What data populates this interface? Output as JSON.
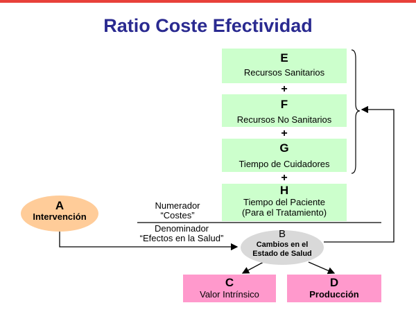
{
  "title": "Ratio Coste Efectividad",
  "colors": {
    "title": "#2a2a90",
    "top_bar": "#e8413a",
    "green_box": "#ccffcc",
    "ellipse_a": "#ffcc99",
    "ellipse_b": "#d9d9d9",
    "pink_box": "#ff99cc"
  },
  "resources": {
    "e": {
      "letter": "E",
      "label": "Recursos Sanitarios"
    },
    "f": {
      "letter": "F",
      "label": "Recursos No Sanitarios"
    },
    "g": {
      "letter": "G",
      "label": "Tiempo de Cuidadores"
    },
    "h": {
      "letter": "H",
      "label_line1": "Tiempo del Paciente",
      "label_line2": "(Para el Tratamiento)"
    },
    "plus": "+"
  },
  "intervention": {
    "letter": "A",
    "label": "Intervención"
  },
  "fraction": {
    "numerator_line1": "Numerador",
    "numerator_line2": "“Costes”",
    "denominator_line1": "Denominador",
    "denominator_line2": "“Efectos en la Salud”"
  },
  "health_change": {
    "letter": "B",
    "label_line1": "Cambios en el",
    "label_line2": "Estado de Salud"
  },
  "intrinsic_value": {
    "letter": "C",
    "label": "Valor Intrínsico"
  },
  "production": {
    "letter": "D",
    "label": "Producción"
  }
}
